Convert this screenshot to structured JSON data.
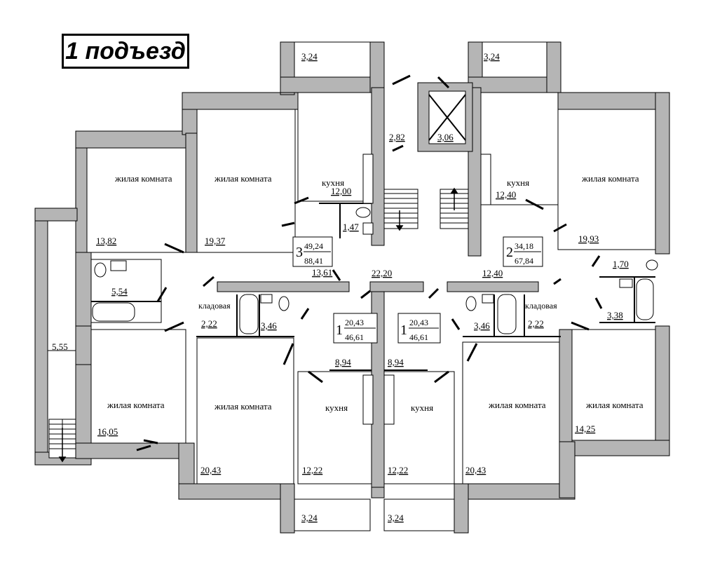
{
  "title": "1 подъезд",
  "room_labels": {
    "living": "жилая комната",
    "kitchen": "кухня",
    "storage": "кладовая"
  },
  "apartments": [
    {
      "number": "3",
      "living_area": "49,24",
      "total_area": "88,41"
    },
    {
      "number": "2",
      "living_area": "34,18",
      "total_area": "67,84"
    },
    {
      "number": "1",
      "living_area": "20,43",
      "total_area": "46,61"
    },
    {
      "number": "1",
      "living_area": "20,43",
      "total_area": "46,61"
    }
  ],
  "areas": {
    "balcony_top_left": "3,24",
    "balcony_top_right": "3,24",
    "balcony_bottom_left": "3,24",
    "balcony_bottom_right": "3,24",
    "room_13_82": "13,82",
    "room_19_37": "19,37",
    "kitchen_12_00": "12,00",
    "wc_1_47": "1,47",
    "hall_13_61": "13,61",
    "bath_5_54": "5,54",
    "loggia_5_55": "5,55",
    "vestibule_2_82": "2,82",
    "elevator_3_06": "3,06",
    "kitchen_12_40": "12,40",
    "room_19_93": "19,93",
    "wc_1_70": "1,70",
    "bath_3_38": "3,38",
    "hall_12_40": "12,40",
    "corridor_22_20": "22,20",
    "storage_left": "2,22",
    "bath_left_3_46": "3,46",
    "bath_right_3_46": "3,46",
    "storage_right": "2,22",
    "hall_left_8_94": "8,94",
    "hall_right_8_94": "8,94",
    "room_16_05": "16,05",
    "room_20_43_left": "20,43",
    "kitchen_12_22_left": "12,22",
    "kitchen_12_22_right": "12,22",
    "room_20_43_right": "20,43",
    "room_14_25": "14,25"
  }
}
